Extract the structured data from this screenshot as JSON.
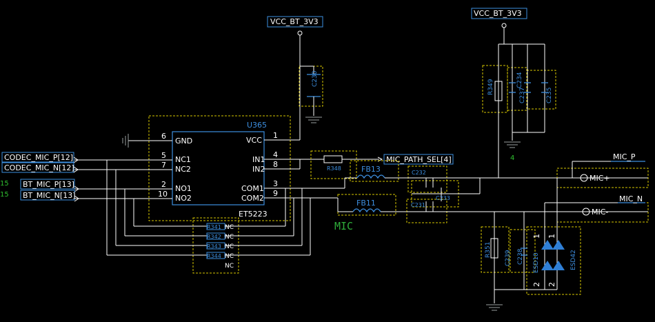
{
  "power": {
    "vcc_left": "VCC_BT_3V3",
    "vcc_right": "VCC_BT_3V3"
  },
  "ic": {
    "ref": "U365",
    "part": "ET5223",
    "pins": [
      {
        "num": "6",
        "name": "GND"
      },
      {
        "num": "5",
        "name": "NC1"
      },
      {
        "num": "7",
        "name": "NC2"
      },
      {
        "num": "2",
        "name": "NO1"
      },
      {
        "num": "10",
        "name": "NO2"
      },
      {
        "num": "1",
        "name": "VCC"
      },
      {
        "num": "4",
        "name": "IN1"
      },
      {
        "num": "8",
        "name": "IN2"
      },
      {
        "num": "3",
        "name": "COM1"
      },
      {
        "num": "9",
        "name": "COM2"
      }
    ]
  },
  "nets": {
    "codec_mic_p": "CODEC_MIC_P[12]",
    "codec_mic_n": "CODEC_MIC_N[12]",
    "bt_mic_p": "BT_MIC_P[13]",
    "bt_mic_n": "BT_MIC_N[13]",
    "mic_path_sel": "MIC_PATH_SEL[4]",
    "mic_p": "MIC_P",
    "mic_n": "MIC_N",
    "left_page_1": "15",
    "left_page_2": "15",
    "page_ref": "4"
  },
  "components": {
    "c230": "C230",
    "r348": "R348",
    "fb13": "FB13",
    "fb11": "FB11",
    "c232": "C232",
    "c233": "C233",
    "c231": "C231",
    "r349": "R349",
    "c234": "C234",
    "c237": "C237",
    "c235": "C235",
    "r351": "R351",
    "c238": "C238",
    "c239": "C239",
    "esd10": "ESD10",
    "esd42": "ESD42",
    "r341": "R341",
    "r342": "R342",
    "r343": "R343",
    "r344": "R344",
    "nc": "NC"
  },
  "connectors": {
    "mic_plus": "MIC+",
    "mic_minus": "MIC-"
  },
  "esd_pins": {
    "a1": "1",
    "a2": "2",
    "b1": "1",
    "b2": "2"
  },
  "block_label": "MIC"
}
